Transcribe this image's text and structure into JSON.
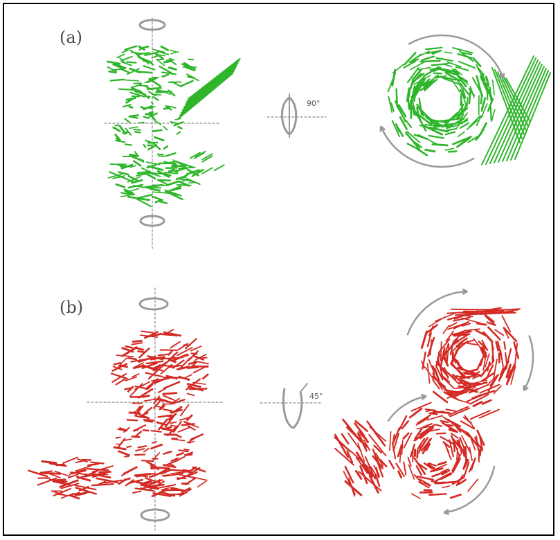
{
  "panels": {
    "a": {
      "label": "(a)",
      "angle": "90°",
      "color": "#2fb52a"
    },
    "b": {
      "label": "(b)",
      "angle": "45°",
      "color": "#d42a24"
    }
  },
  "colors": {
    "axis": "#8c8c8c",
    "arrow": "#999999",
    "frame": "#000000"
  }
}
